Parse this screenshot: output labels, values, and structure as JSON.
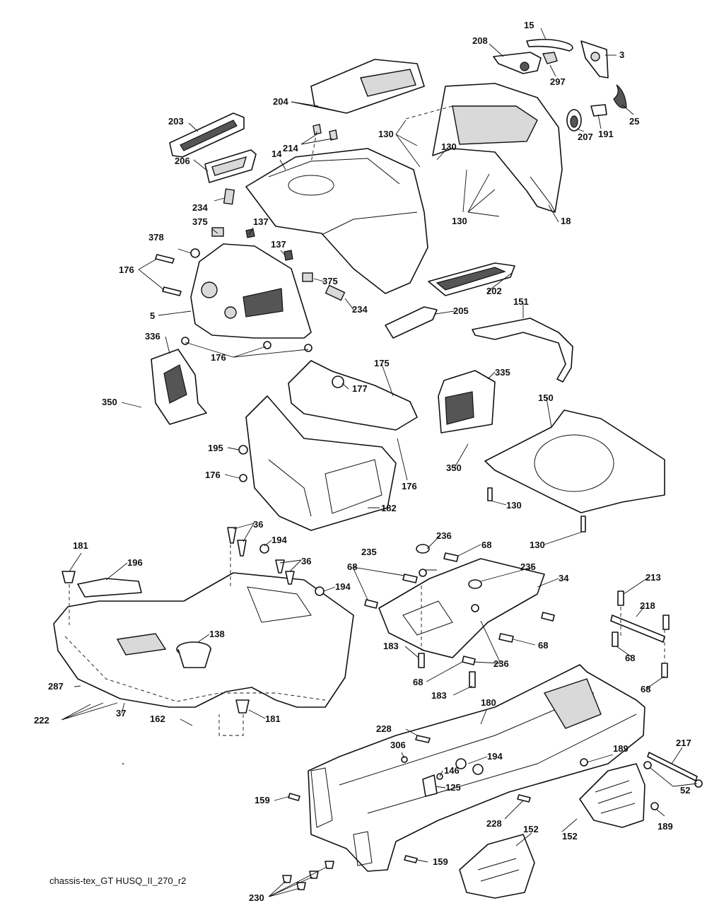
{
  "drawing": {
    "id": "chassis-tex_GT HUSQ_II_270_r2"
  },
  "callouts": [
    {
      "label": "15"
    },
    {
      "label": "208"
    },
    {
      "label": "3"
    },
    {
      "label": "297"
    },
    {
      "label": "25"
    },
    {
      "label": "204"
    },
    {
      "label": "203"
    },
    {
      "label": "191"
    },
    {
      "label": "207"
    },
    {
      "label": "130"
    },
    {
      "label": "130"
    },
    {
      "label": "214"
    },
    {
      "label": "14"
    },
    {
      "label": "206"
    },
    {
      "label": "130"
    },
    {
      "label": "234"
    },
    {
      "label": "18"
    },
    {
      "label": "375"
    },
    {
      "label": "137"
    },
    {
      "label": "137"
    },
    {
      "label": "378"
    },
    {
      "label": "176"
    },
    {
      "label": "375"
    },
    {
      "label": "202"
    },
    {
      "label": "234"
    },
    {
      "label": "5"
    },
    {
      "label": "205"
    },
    {
      "label": "151"
    },
    {
      "label": "336"
    },
    {
      "label": "176"
    },
    {
      "label": "175"
    },
    {
      "label": "335"
    },
    {
      "label": "177"
    },
    {
      "label": "350"
    },
    {
      "label": "150"
    },
    {
      "label": "195"
    },
    {
      "label": "350"
    },
    {
      "label": "176"
    },
    {
      "label": "176"
    },
    {
      "label": "130"
    },
    {
      "label": "182"
    },
    {
      "label": "130"
    },
    {
      "label": "36"
    },
    {
      "label": "181"
    },
    {
      "label": "194"
    },
    {
      "label": "196"
    },
    {
      "label": "36"
    },
    {
      "label": "236"
    },
    {
      "label": "235"
    },
    {
      "label": "68"
    },
    {
      "label": "68"
    },
    {
      "label": "235"
    },
    {
      "label": "194"
    },
    {
      "label": "34"
    },
    {
      "label": "213"
    },
    {
      "label": "218"
    },
    {
      "label": "138"
    },
    {
      "label": "183"
    },
    {
      "label": "68"
    },
    {
      "label": "236"
    },
    {
      "label": "68"
    },
    {
      "label": "68"
    },
    {
      "label": "68"
    },
    {
      "label": "183"
    },
    {
      "label": "287"
    },
    {
      "label": "222"
    },
    {
      "label": "37"
    },
    {
      "label": "162"
    },
    {
      "label": "181"
    },
    {
      "label": "180"
    },
    {
      "label": "228"
    },
    {
      "label": "306"
    },
    {
      "label": "194"
    },
    {
      "label": "146"
    },
    {
      "label": "125"
    },
    {
      "label": "189"
    },
    {
      "label": "217"
    },
    {
      "label": "52"
    },
    {
      "label": "159"
    },
    {
      "label": "189"
    },
    {
      "label": "228"
    },
    {
      "label": "152"
    },
    {
      "label": "152"
    },
    {
      "label": "159"
    },
    {
      "label": "230"
    }
  ]
}
